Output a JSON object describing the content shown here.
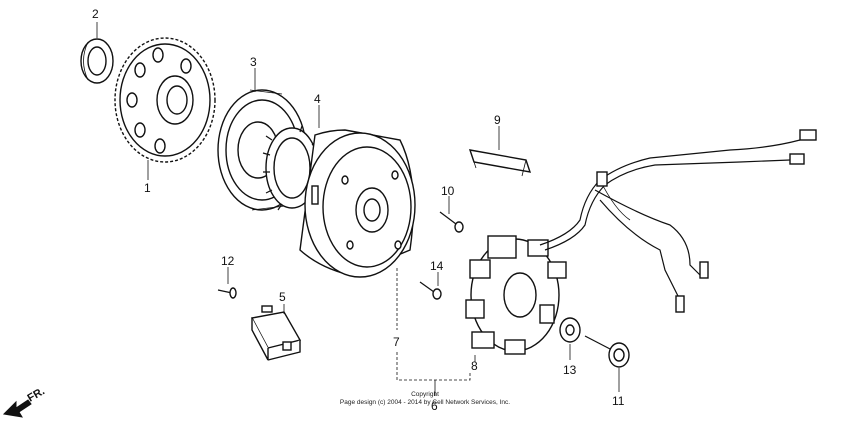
{
  "diagram": {
    "callouts": {
      "c1": "1",
      "c2": "2",
      "c3": "3",
      "c4": "4",
      "c5": "5",
      "c6": "6",
      "c7": "7",
      "c8": "8",
      "c9": "9",
      "c10": "10",
      "c11": "11",
      "c12": "12",
      "c13": "13",
      "c14": "14"
    },
    "copyright_line1": "Copyright",
    "copyright_line2": "Page design (c) 2004 - 2014 by Cell Network Services, Inc.",
    "direction_label": "FR."
  }
}
